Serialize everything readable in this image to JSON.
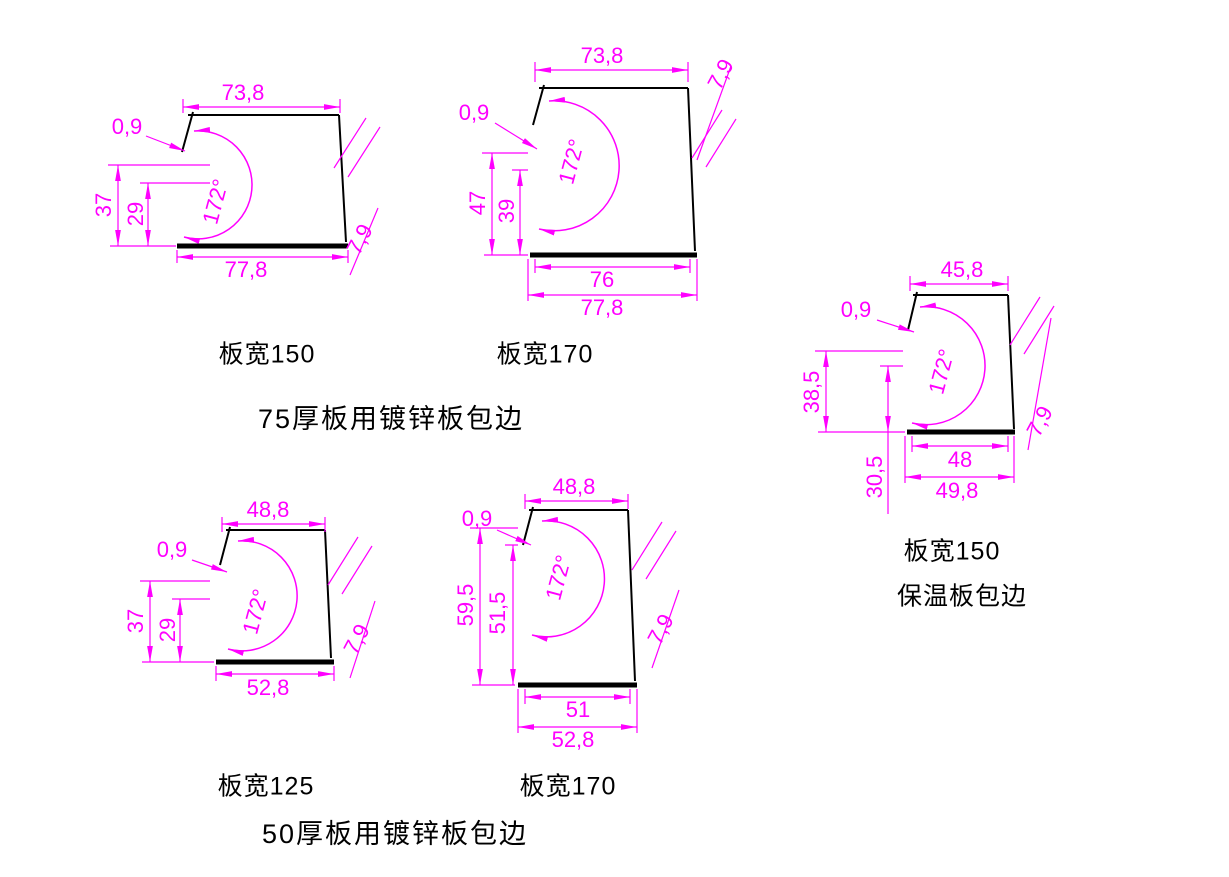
{
  "colors": {
    "dimension": "#FF00FF",
    "profile": "#000000",
    "label": "#000000",
    "background": "#FFFFFF"
  },
  "titles": {
    "group_75": "75厚板用镀锌板包边",
    "group_50": "50厚板用镀锌板包边"
  },
  "drawings": {
    "d1": {
      "top_width": "73,8",
      "thickness": "0,9",
      "height_outer": "37",
      "height_inner": "29",
      "angle": "172°",
      "bottom_width": "77,8",
      "lip": "7,9",
      "label": "板宽150"
    },
    "d2": {
      "top_width": "73,8",
      "lip": "7,9",
      "thickness": "0,9",
      "height_outer": "47",
      "height_inner": "39",
      "angle": "172°",
      "bottom_inner": "76",
      "bottom_width": "77,8",
      "label": "板宽170"
    },
    "d3": {
      "top_width": "45,8",
      "thickness": "0,9",
      "height_outer": "38,5",
      "height_lower": "30,5",
      "angle": "172°",
      "bottom_inner": "48",
      "bottom_width": "49,8",
      "lip": "7,9",
      "label": "板宽150",
      "sublabel": "保温板包边"
    },
    "d4": {
      "top_width": "48,8",
      "thickness": "0,9",
      "height_outer": "37",
      "height_inner": "29",
      "angle": "172°",
      "bottom_width": "52,8",
      "lip": "7,9",
      "label": "板宽125"
    },
    "d5": {
      "top_width": "48,8",
      "thickness": "0,9",
      "height_outer": "59,5",
      "height_inner": "51,5",
      "angle": "172°",
      "bottom_inner": "51",
      "bottom_width": "52,8",
      "lip": "7,9",
      "label": "板宽170"
    }
  }
}
